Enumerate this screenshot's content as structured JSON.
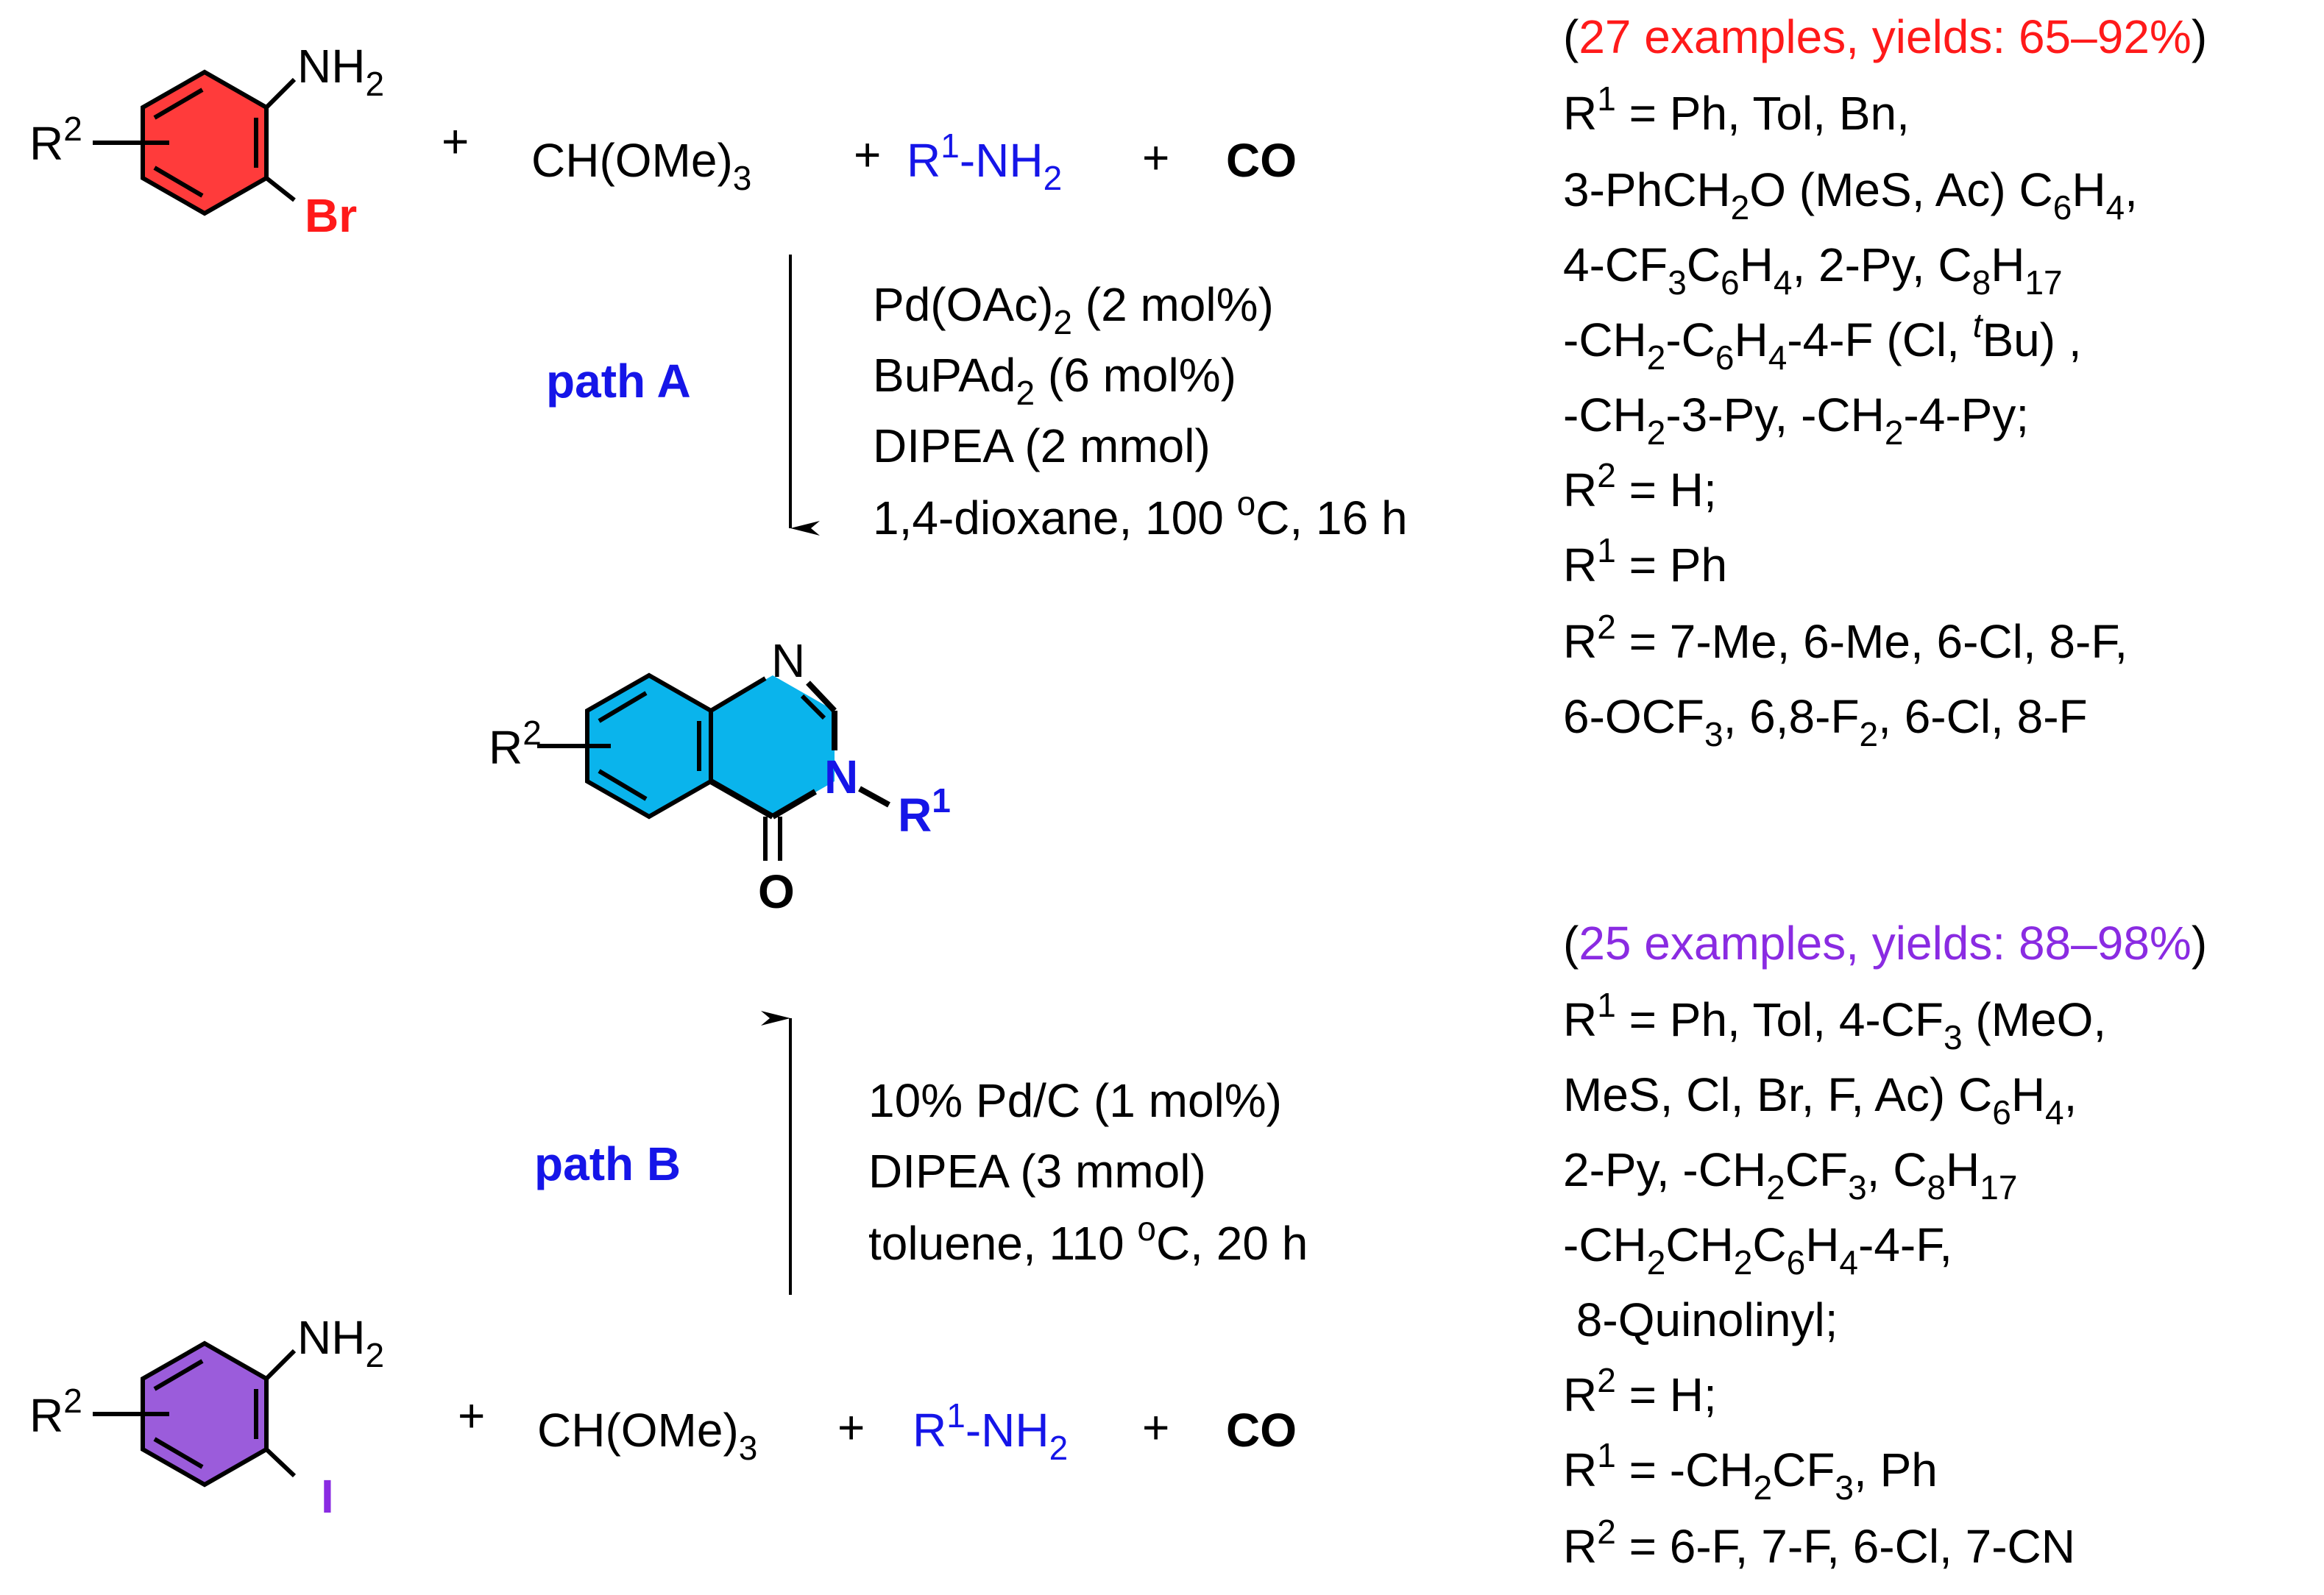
{
  "colors": {
    "bromo_ring_fill": "#ff3b3b",
    "iodo_ring_fill": "#9b5cdb",
    "product_ring_fill": "#0ab4ec",
    "path_label": "#1515e8",
    "bromine": "#ff1a1a",
    "iodine": "#8a2be2",
    "examples_a": "#ff1a1a",
    "examples_b": "#8a2be2"
  },
  "reactants": {
    "plus": "+",
    "orthoester": "CH(OMe)",
    "orthoester_sub": "3",
    "amine_r": "R",
    "amine_sup": "1",
    "amine_rest": "-NH",
    "amine_sub": "2",
    "co": "CO",
    "ring_r": "R",
    "ring_r_sup": "2",
    "nh2": "NH",
    "nh2_sub": "2",
    "halogen_a": "Br",
    "halogen_b": "I"
  },
  "product": {
    "n_top": "N",
    "n_bottom": "N",
    "o": "O",
    "r1": "R",
    "r1_sup": "1",
    "r2": "R",
    "r2_sup": "2"
  },
  "path_a": {
    "label": "path A",
    "cond1": "Pd(OAc)",
    "cond1_sub": "2",
    "cond1_rest": " (2 mol%)",
    "cond2": "BuPAd",
    "cond2_sub": "2",
    "cond2_rest": " (6 mol%)",
    "cond3": "DIPEA (2 mmol)",
    "cond4": "1,4-dioxane, 100 ",
    "cond4_sup": "o",
    "cond4_rest": "C, 16 h"
  },
  "path_b": {
    "label": "path B",
    "cond1": "10% Pd/C (1 mol%)",
    "cond2": "DIPEA (3 mmol)",
    "cond3": "toluene, 110 ",
    "cond3_sup": "o",
    "cond3_rest": "C, 20 h"
  },
  "scope_a": {
    "paren_open": "(",
    "examples": "27 examples, yields: 65–92%",
    "paren_close": ")",
    "l1": "R",
    "l1_sup": "1",
    "l1_rest": " = Ph, Tol, Bn,",
    "l2a": "3-PhCH",
    "l2_sub": "2",
    "l2b": "O (MeS, Ac) C",
    "l2_sub2": "6",
    "l2c": "H",
    "l2_sub3": "4",
    "l2d": ",",
    "l3a": "4-CF",
    "l3_sub1": "3",
    "l3b": "C",
    "l3_sub2": "6",
    "l3c": "H",
    "l3_sub3": "4",
    "l3d": ", 2-Py, C",
    "l3_sub4": "8",
    "l3e": "H",
    "l3_sub5": "17",
    "l4a": "-CH",
    "l4_sub1": "2",
    "l4b": "-C",
    "l4_sub2": "6",
    "l4c": "H",
    "l4_sub3": "4",
    "l4d": "-4-F (Cl, ",
    "l4_sup": "t",
    "l4e": "Bu) ,",
    "l5a": "-CH",
    "l5_sub1": "2",
    "l5b": "-3-Py, -CH",
    "l5_sub2": "2",
    "l5c": "-4-Py;",
    "l6": "R",
    "l6_sup": "2",
    "l6_rest": " = H;",
    "l7": "R",
    "l7_sup": "1",
    "l7_rest": " = Ph",
    "l8": "R",
    "l8_sup": "2",
    "l8_rest": " = 7-Me, 6-Me, 6-Cl, 8-F,",
    "l9a": "6-OCF",
    "l9_sub1": "3",
    "l9b": ", 6,8-F",
    "l9_sub2": "2",
    "l9c": ", 6-Cl, 8-F"
  },
  "scope_b": {
    "paren_open": "(",
    "examples": "25 examples, yields: 88–98%",
    "paren_close": ")",
    "l1": "R",
    "l1_sup": "1",
    "l1a": " = Ph, Tol, 4-CF",
    "l1_sub": "3",
    "l1b": " (MeO,",
    "l2a": "MeS, Cl, Br, F, Ac) C",
    "l2_sub1": "6",
    "l2b": "H",
    "l2_sub2": "4",
    "l2c": ",",
    "l3a": "2-Py, -CH",
    "l3_sub1": "2",
    "l3b": "CF",
    "l3_sub2": "3",
    "l3c": ", C",
    "l3_sub3": "8",
    "l3d": "H",
    "l3_sub4": "17",
    "l4a": "-CH",
    "l4_sub1": "2",
    "l4b": "CH",
    "l4_sub2": "2",
    "l4c": "C",
    "l4_sub3": "6",
    "l4d": "H",
    "l4_sub4": "4",
    "l4e": "-4-F,",
    "l5": " 8-Quinolinyl;",
    "l6": "R",
    "l6_sup": "2",
    "l6_rest": " = H;",
    "l7": "R",
    "l7_sup": "1",
    "l7a": " = -CH",
    "l7_sub1": "2",
    "l7b": "CF",
    "l7_sub2": "3",
    "l7c": ", Ph",
    "l8": "R",
    "l8_sup": "2",
    "l8_rest": " = 6-F, 7-F, 6-Cl, 7-CN"
  }
}
